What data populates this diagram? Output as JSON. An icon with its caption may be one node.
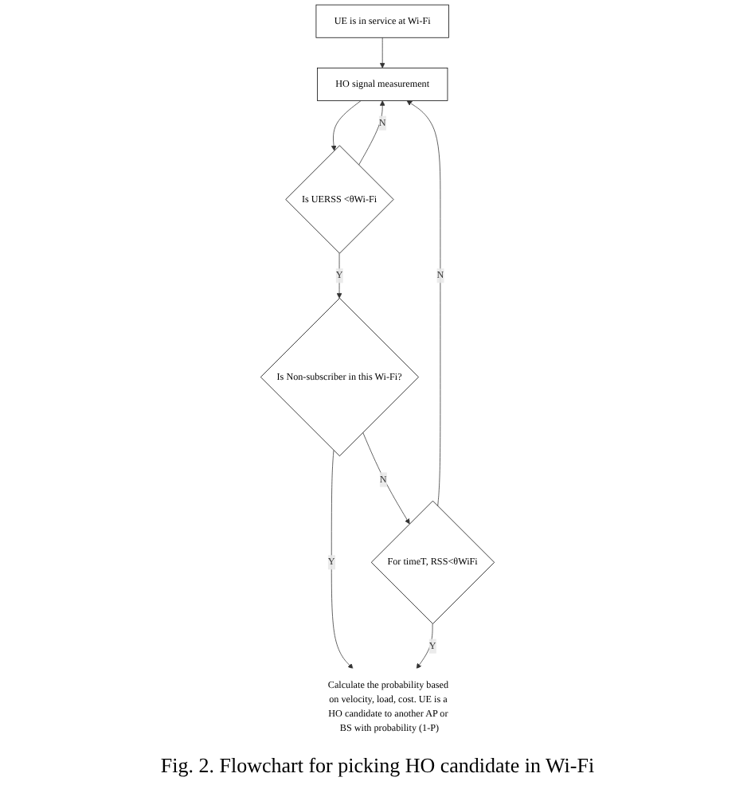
{
  "diagram": {
    "caption": "Fig. 2. Flowchart for picking HO candidate in Wi-Fi",
    "nodes": [
      {
        "text": [
          "UE is in service at Wi-Fi"
        ]
      },
      {
        "text": [
          "HO signal measurement"
        ]
      },
      {
        "text": [
          "Is UERSS <θWi-Fi"
        ]
      },
      {
        "text": [
          "Is Non-subscriber in this Wi-Fi?"
        ]
      },
      {
        "text": [
          "For timeT, RSS<θWiFi"
        ]
      },
      {
        "text": [
          "Calculate the probability based on velocity, load, cost. UE is a HO candidate to another AP or BS with probability (1-P)"
        ]
      }
    ],
    "edges": [
      {
        "from": 0,
        "to": 1,
        "arrow": "to"
      },
      {
        "from": 1,
        "to": 2,
        "arrow": "to"
      },
      {
        "from": 2,
        "to": 1,
        "arrow": "to",
        "label": "N"
      },
      {
        "from": 2,
        "to": 3,
        "arrow": "to",
        "label": "Y"
      },
      {
        "from": 3,
        "to": 4,
        "arrow": "to",
        "label": "N"
      },
      {
        "from": 3,
        "to": 5,
        "arrow": "to",
        "label": "Y"
      },
      {
        "from": 4,
        "to": 5,
        "arrow": "to",
        "label": "Y"
      },
      {
        "from": 4,
        "to": 1,
        "arrow": "to",
        "label": "N"
      }
    ]
  }
}
